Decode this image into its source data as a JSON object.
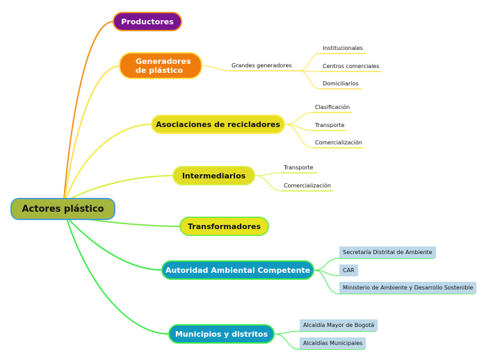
{
  "root": "Actores plástico",
  "nodes": {
    "productores": "Productores",
    "generadores_line1": "Generadores",
    "generadores_line2": "de plástico",
    "asociaciones": "Asociaciones de recicladores",
    "intermediarios": "Intermediarios",
    "transformadores": "Transformadores",
    "autoridad": "Autoridad Ambiental Competente",
    "municipios": "Municipios y distritos"
  },
  "leaves": {
    "grandes_generadores": "Grandes generadores",
    "institucionales": "Institucionales",
    "centros_comerciales": "Centros comerciales",
    "domiciliarios": "Domiciliarios",
    "clasificacion": "Clasificación",
    "transporte_aso": "Transporte",
    "comercializacion_aso": "Comercialización",
    "transporte_int": "Transporte",
    "comercializacion_int": "Comercialización",
    "secretaria": "Secretaría Distrital de Ambiente",
    "car": "CAR",
    "ministerio": "Ministerio de Ambiente y Desarrollo Sostenible",
    "alcaldia_mayor": "Alcaldía Mayor de Bogotá",
    "alcaldias_municipales": "Alcaldías Municipales"
  },
  "colors": {
    "orange": "#f39218",
    "yellow": "#fde04a",
    "yellow_green": "#d8ee3a",
    "green": "#3ee84a"
  }
}
